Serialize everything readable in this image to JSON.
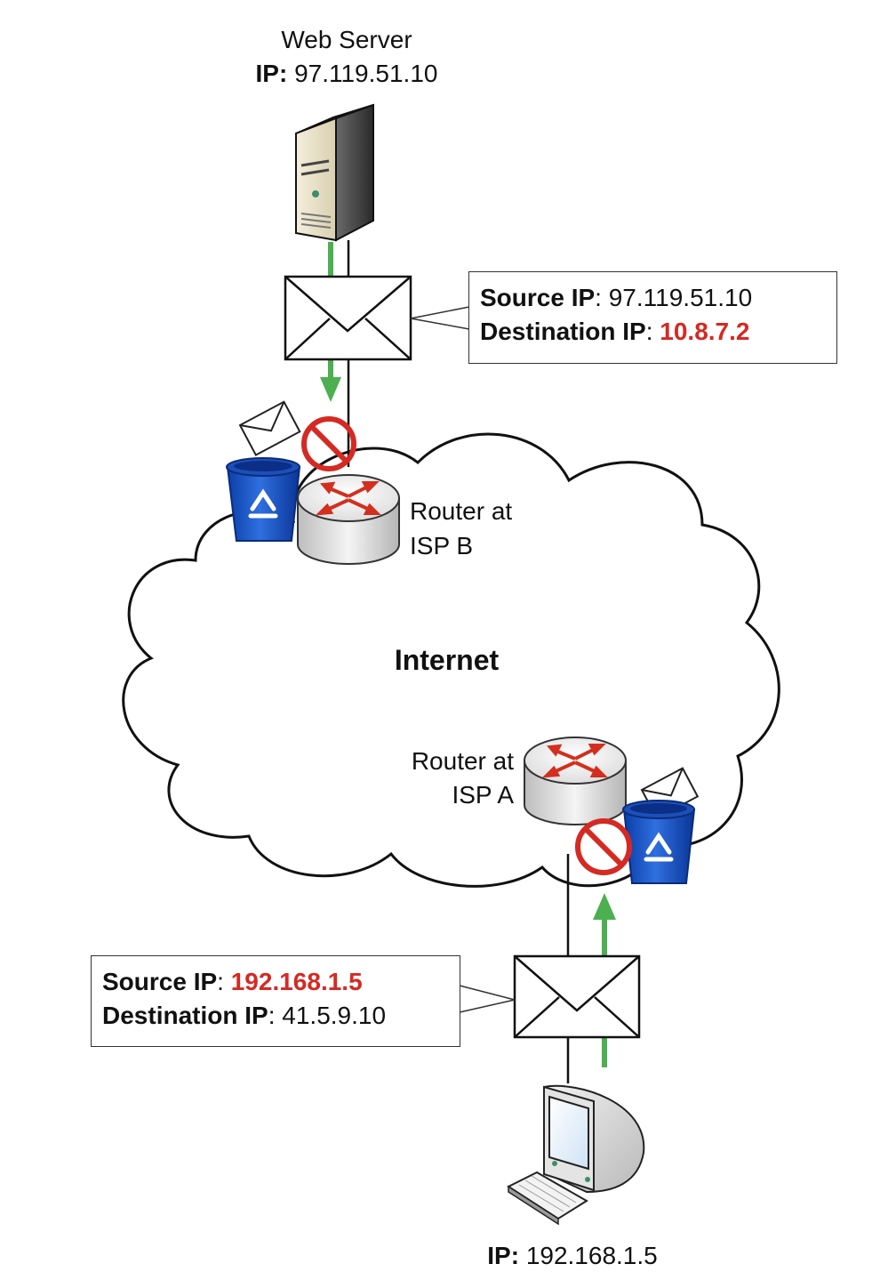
{
  "web_server": {
    "name": "Web Server",
    "ip_label": "IP:",
    "ip": "97.119.51.10"
  },
  "packet_top": {
    "source_label": "Source IP",
    "source_value": "97.119.51.10",
    "dest_label": "Destination IP",
    "dest_value": "10.8.7.2",
    "separator": ":",
    "highlight_color": "#d42a23"
  },
  "packet_bottom": {
    "source_label": "Source IP",
    "source_value": "192.168.1.5",
    "dest_label": "Destination IP",
    "dest_value": "41.5.9.10",
    "separator": ":",
    "highlight_color": "#d42a23"
  },
  "router_b": {
    "line1": "Router at",
    "line2": "ISP B"
  },
  "router_a": {
    "line1": "Router at",
    "line2": "ISP A"
  },
  "cloud": {
    "label": "Internet"
  },
  "client": {
    "ip_label": "IP:",
    "ip": "192.168.1.5"
  },
  "icons": [
    "server-icon",
    "envelope-icon",
    "router-icon",
    "recycle-bin-icon",
    "blocked-icon",
    "computer-icon",
    "cloud-icon",
    "arrow-icon"
  ],
  "colors": {
    "arrow": "#4caf50",
    "blocked": "#d42a23",
    "bin": "#1f57c9",
    "router_arrows": "#d32f1f"
  }
}
